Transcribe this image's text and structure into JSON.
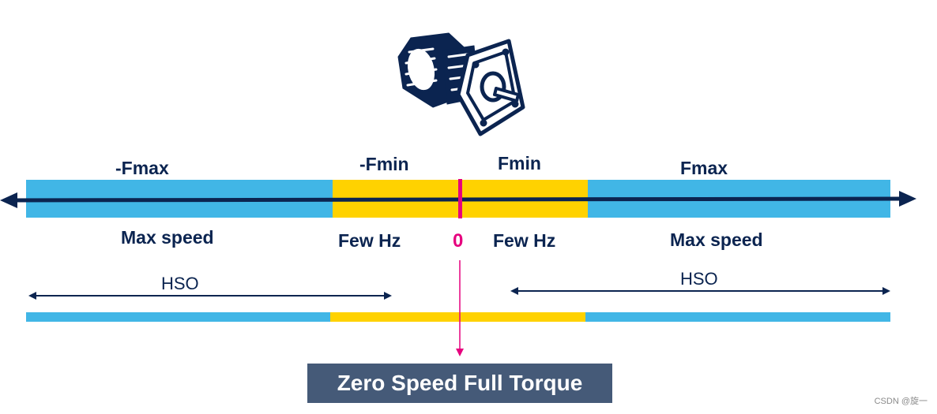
{
  "top_labels": {
    "neg_fmax": "-Fmax",
    "neg_fmin": "-Fmin",
    "fmin": "Fmin",
    "fmax": "Fmax"
  },
  "bottom_labels": {
    "left_max_speed": "Max speed",
    "left_few_hz": "Few Hz",
    "zero": "0",
    "right_few_hz": "Few Hz",
    "right_max_speed": "Max speed"
  },
  "hso": {
    "left": "HSO",
    "right": "HSO"
  },
  "result_box": "Zero Speed Full Torque",
  "watermark": "CSDN @旋一",
  "icons": {
    "motor": "stepper-motor-icon"
  },
  "colors": {
    "blue_band": "#41b6e6",
    "yellow_band": "#ffd200",
    "axis": "#0b2450",
    "zero_marker": "#e6007e",
    "box": "#455a78"
  }
}
